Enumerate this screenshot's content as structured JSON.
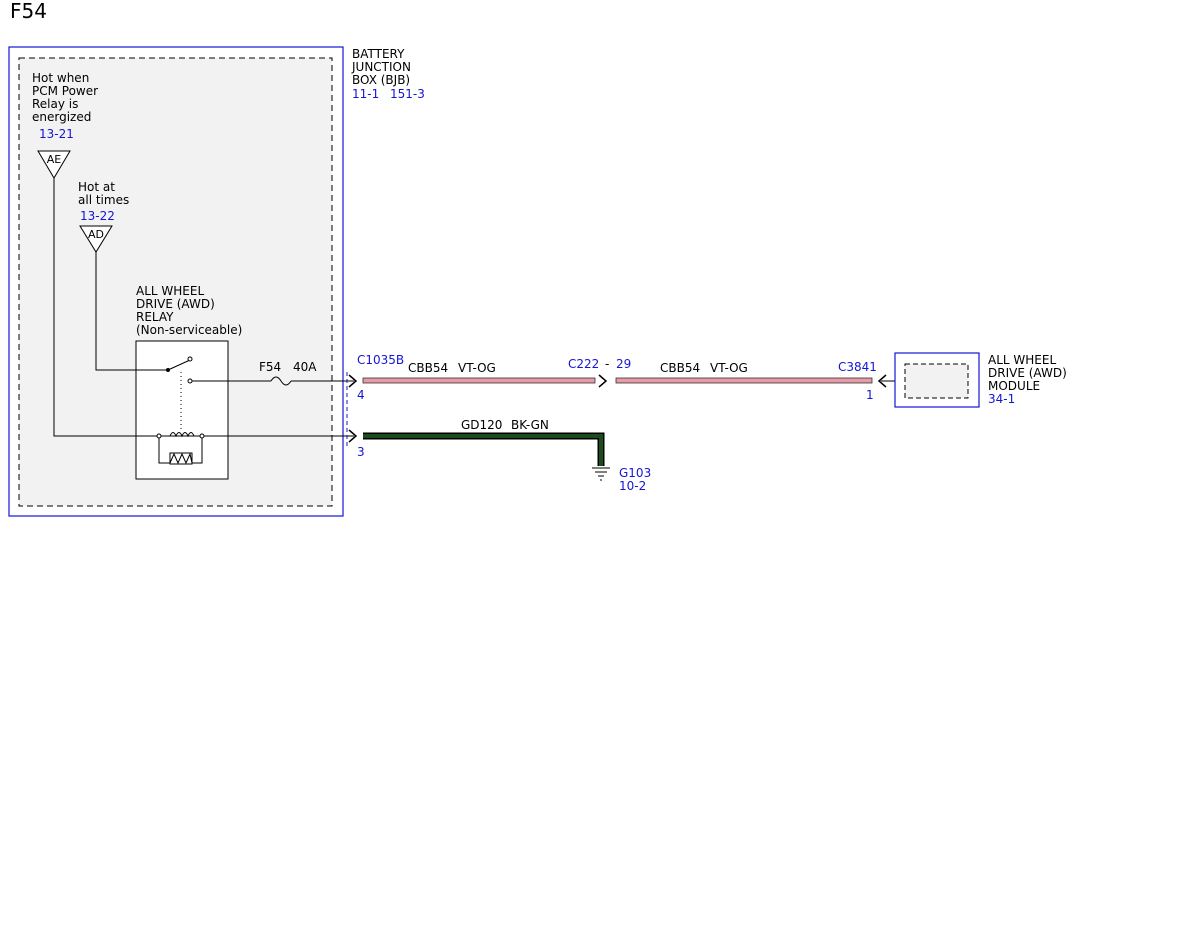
{
  "page_title": "F54",
  "bjb": {
    "label_lines": [
      "BATTERY",
      "JUNCTION",
      "BOX (BJB)"
    ],
    "ref_1": "11-1",
    "ref_2": "151-3"
  },
  "source_ae": {
    "desc_lines": [
      "Hot when",
      "PCM Power",
      "Relay is",
      "energized"
    ],
    "ref": "13-21",
    "tag": "AE"
  },
  "source_ad": {
    "desc_lines": [
      "Hot at",
      "all times"
    ],
    "ref": "13-22",
    "tag": "AD"
  },
  "relay": {
    "label_lines": [
      "ALL WHEEL",
      "DRIVE (AWD)",
      "RELAY",
      "(Non-serviceable)"
    ]
  },
  "fuse": {
    "name": "F54",
    "rating": "40A"
  },
  "connectors": {
    "c1035b": {
      "name": "C1035B",
      "pin_power": "4",
      "pin_ground": "3"
    },
    "c222": {
      "name": "C222",
      "sep": "-",
      "pin": "29"
    },
    "c3841": {
      "name": "C3841",
      "pin": "1"
    }
  },
  "wires": {
    "power_1": {
      "circuit": "CBB54",
      "color_code": "VT-OG",
      "color": "#e89aa8"
    },
    "power_2": {
      "circuit": "CBB54",
      "color_code": "VT-OG",
      "color": "#e89aa8"
    },
    "ground": {
      "circuit": "GD120",
      "color_code": "BK-GN",
      "color": "#1b4d1b"
    }
  },
  "ground_point": {
    "name": "G103",
    "ref": "10-2"
  },
  "awd_module": {
    "label_lines": [
      "ALL WHEEL",
      "DRIVE (AWD)",
      "MODULE"
    ],
    "ref": "34-1"
  },
  "colors": {
    "ref_blue": "#1515d6",
    "box_fill": "#f2f2f2"
  }
}
